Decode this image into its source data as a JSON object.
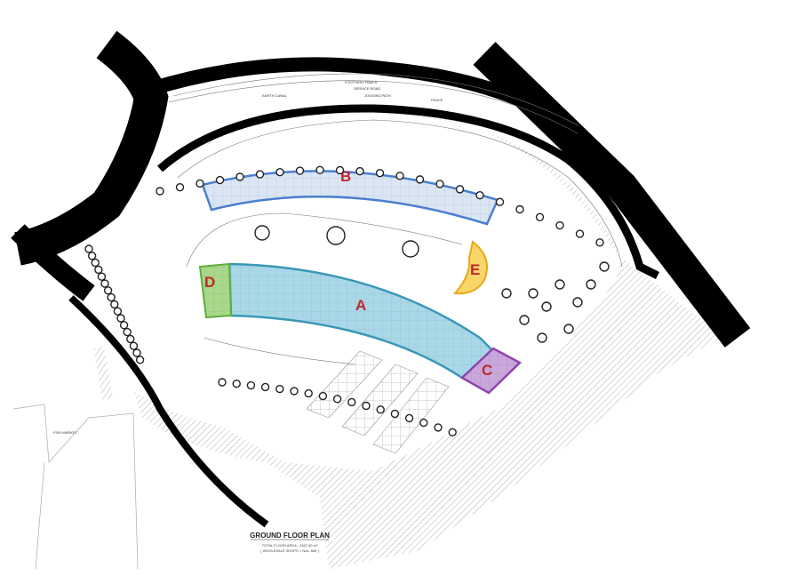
{
  "plan": {
    "title": "GROUND FLOOR PLAN",
    "subtitle_1": "TOTAL FLOOR AREA - 2367.50 m²",
    "subtitle_2": "( WHOLESALE SHOPS = Nos. 666 )",
    "road_labels": {
      "earth_canal": "EARTH CANAL",
      "footpath": "FOOTPATH TRAILS",
      "service_road": "SERVICE ROAD",
      "jogging_path": "JOGGING PATH",
      "fence": "FENCE",
      "fish_market": "FISH MARKET"
    },
    "zones": [
      {
        "id": "A",
        "label": "A",
        "fill": "#a8d8e8",
        "stroke": "#3a98b8"
      },
      {
        "id": "B",
        "label": "B",
        "fill": "#dbe6f5",
        "stroke": "#4a7fd0"
      },
      {
        "id": "C",
        "label": "C",
        "fill": "#c9a6dc",
        "stroke": "#8e44ad"
      },
      {
        "id": "D",
        "label": "D",
        "fill": "#a8d98a",
        "stroke": "#5fae3a"
      },
      {
        "id": "E",
        "label": "E",
        "fill": "#f8d66a",
        "stroke": "#eaa914"
      }
    ],
    "colors": {
      "road": "#000000",
      "label": "#c0272d",
      "hatch": "#9a9a9a"
    }
  }
}
